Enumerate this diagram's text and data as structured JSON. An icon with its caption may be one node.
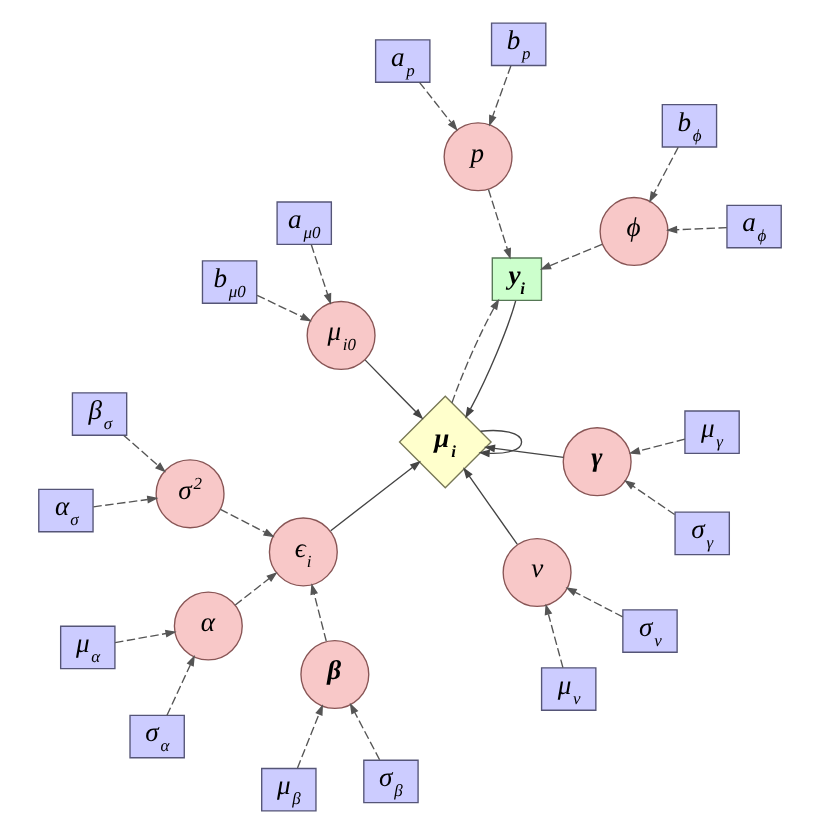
{
  "diagram": {
    "nodes": [
      {
        "text": [
          "μ$_{α}$"
        ]
      },
      {
        "text": [
          "σ$_{γ}$"
        ]
      },
      {
        "text": [
          "σ$_{α}$"
        ]
      },
      {
        "text": [
          "μ$_{ν}$"
        ]
      },
      {
        "text": [
          "μ$_{γ}$"
        ]
      },
      {
        "text": [
          "α"
        ]
      },
      {
        "text": [
          "μ$_{β}$"
        ]
      },
      {
        "text": [
          "σ$_{ν}$"
        ]
      },
      {
        "text": [
          "ν"
        ]
      },
      {
        "text": [
          "γ"
        ]
      },
      {
        "text": [
          "ϵ$_{i}$"
        ]
      },
      {
        "text": [
          "β"
        ]
      },
      {
        "text": [
          "σ$_{β}$"
        ]
      },
      {
        "text": [
          "a$_{μ0}$"
        ]
      },
      {
        "text": [
          "μ$_{i0}$"
        ]
      },
      {
        "text": [
          "μ$_{i}$"
        ]
      },
      {
        "text": [
          "σ$^{2}$"
        ]
      },
      {
        "text": [
          "α$_{σ}$"
        ]
      },
      {
        "text": [
          "b$_{μ0}$"
        ]
      },
      {
        "text": [
          "y$_{i}$"
        ]
      },
      {
        "text": [
          "p"
        ]
      },
      {
        "text": [
          "a$_{p}$"
        ]
      },
      {
        "text": [
          "β$_{σ}$"
        ]
      },
      {
        "text": [
          "ϕ"
        ]
      },
      {
        "text": [
          "b$_{p}$"
        ]
      },
      {
        "text": [
          "a$_{ϕ}$"
        ]
      },
      {
        "text": [
          "b$_{ϕ}$"
        ]
      }
    ],
    "edges": [
      {
        "from": 0,
        "to": 5,
        "arrow": "to",
        "style": "dashed"
      },
      {
        "from": 2,
        "to": 5,
        "arrow": "to",
        "style": "dashed"
      },
      {
        "from": 3,
        "to": 8,
        "arrow": "to",
        "style": "dashed"
      },
      {
        "from": 7,
        "to": 8,
        "arrow": "to",
        "style": "dashed"
      },
      {
        "from": 4,
        "to": 9,
        "arrow": "to",
        "style": "dashed"
      },
      {
        "from": 1,
        "to": 9,
        "arrow": "to",
        "style": "dashed"
      },
      {
        "from": 6,
        "to": 11,
        "arrow": "to",
        "style": "dashed"
      },
      {
        "from": 12,
        "to": 11,
        "arrow": "to",
        "style": "dashed"
      },
      {
        "from": 5,
        "to": 10,
        "arrow": "to",
        "style": "dashed"
      },
      {
        "from": 11,
        "to": 10,
        "arrow": "to",
        "style": "dashed"
      },
      {
        "from": 16,
        "to": 10,
        "arrow": "to",
        "style": "dashed"
      },
      {
        "from": 17,
        "to": 16,
        "arrow": "to",
        "style": "dashed"
      },
      {
        "from": 22,
        "to": 16,
        "arrow": "to",
        "style": "dashed"
      },
      {
        "from": 13,
        "to": 14,
        "arrow": "to",
        "style": "dashed"
      },
      {
        "from": 18,
        "to": 14,
        "arrow": "to",
        "style": "dashed"
      },
      {
        "from": 8,
        "to": 15,
        "arrow": "to"
      },
      {
        "from": 9,
        "to": 15,
        "arrow": "to"
      },
      {
        "from": 10,
        "to": 15,
        "arrow": "to"
      },
      {
        "from": 14,
        "to": 15,
        "arrow": "to"
      },
      {
        "from": 15,
        "to": 15,
        "arrow": "to"
      },
      {
        "from": 15,
        "to": 19,
        "arrow": "to",
        "style": "dashed"
      },
      {
        "from": 19,
        "to": 15,
        "arrow": "to"
      },
      {
        "from": 20,
        "to": 19,
        "arrow": "to",
        "style": "dashed"
      },
      {
        "from": 21,
        "to": 20,
        "arrow": "to",
        "style": "dashed"
      },
      {
        "from": 24,
        "to": 20,
        "arrow": "to",
        "style": "dashed"
      },
      {
        "from": 23,
        "to": 19,
        "arrow": "to",
        "style": "dashed"
      },
      {
        "from": 25,
        "to": 23,
        "arrow": "to",
        "style": "dashed"
      },
      {
        "from": 26,
        "to": 23,
        "arrow": "to",
        "style": "dashed"
      }
    ]
  }
}
